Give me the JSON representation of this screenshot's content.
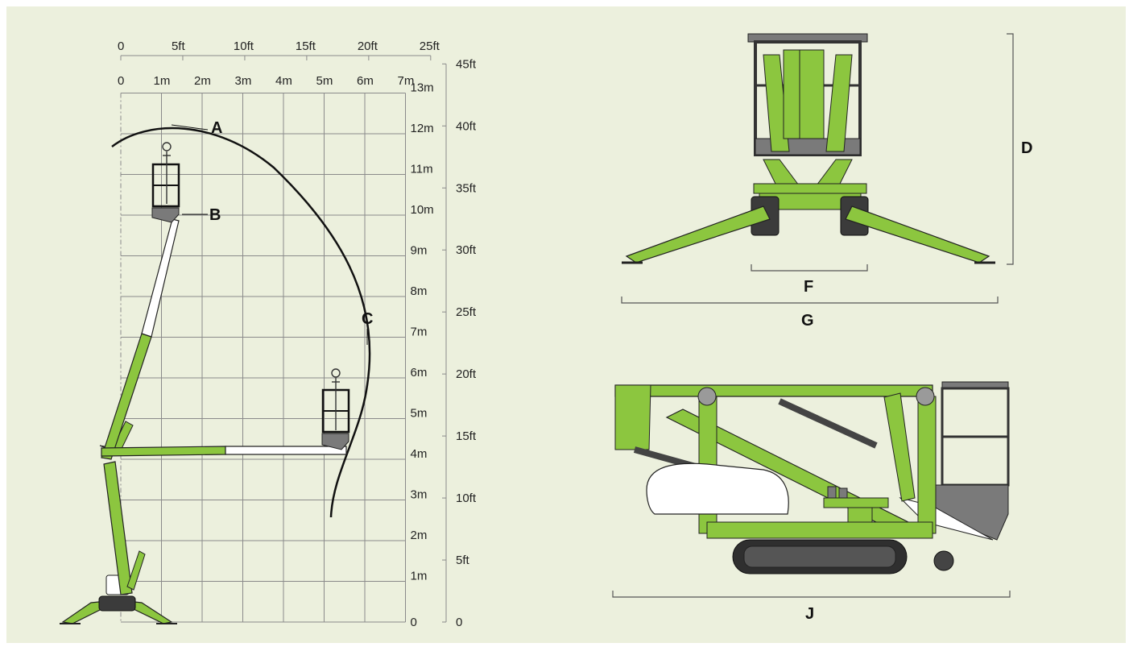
{
  "colors": {
    "background": "#ecf0dd",
    "machine_green": "#8cc63f",
    "machine_green_dark": "#4d7a1a",
    "grid": "#8a8a8a",
    "outline": "#222222"
  },
  "range_chart": {
    "ft_top": [
      "0",
      "5ft",
      "10ft",
      "15ft",
      "20ft",
      "25ft"
    ],
    "m_top": [
      "0",
      "1m",
      "2m",
      "3m",
      "4m",
      "5m",
      "6m",
      "7m"
    ],
    "m_right": [
      "0",
      "1m",
      "2m",
      "3m",
      "4m",
      "5m",
      "6m",
      "7m",
      "8m",
      "9m",
      "10m",
      "11m",
      "12m",
      "13m"
    ],
    "ft_right": [
      "0",
      "5ft",
      "10ft",
      "15ft",
      "20ft",
      "25ft",
      "30ft",
      "35ft",
      "40ft",
      "45ft"
    ],
    "labels": {
      "a": "A",
      "b": "B",
      "c": "C"
    }
  },
  "front_view": {
    "labels": {
      "d": "D",
      "f": "F",
      "g": "G"
    }
  },
  "side_view": {
    "labels": {
      "j": "J"
    }
  }
}
